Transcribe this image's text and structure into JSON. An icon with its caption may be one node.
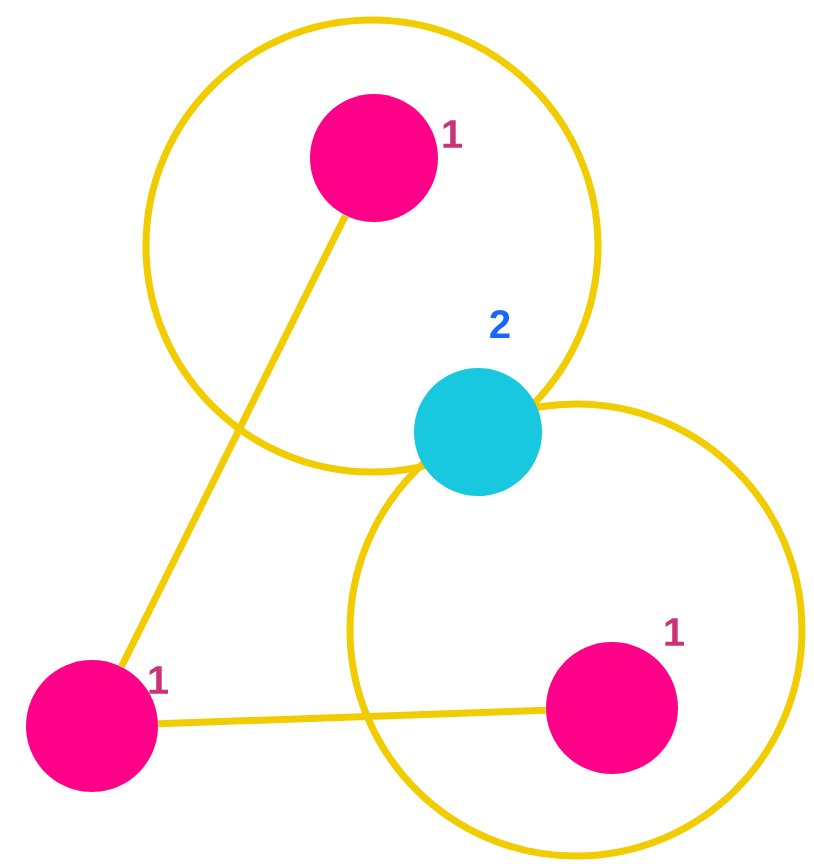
{
  "diagram": {
    "nodes": [
      {
        "text": [],
        "shape": "circle"
      },
      {
        "text": [],
        "shape": "circle",
        "in": 0,
        "beside": [
          "1"
        ]
      },
      {
        "text": [],
        "shape": "circle",
        "beside": [
          "2"
        ]
      },
      {
        "text": [],
        "shape": "circle"
      },
      {
        "text": [],
        "shape": "circle",
        "beside": [
          "1"
        ]
      },
      {
        "text": [],
        "shape": "circle",
        "in": 3,
        "beside": [
          "1"
        ]
      }
    ],
    "edges": [
      {
        "from": 1,
        "to": 4,
        "arrow": "none"
      },
      {
        "from": 4,
        "to": 5,
        "arrow": "none"
      }
    ]
  }
}
